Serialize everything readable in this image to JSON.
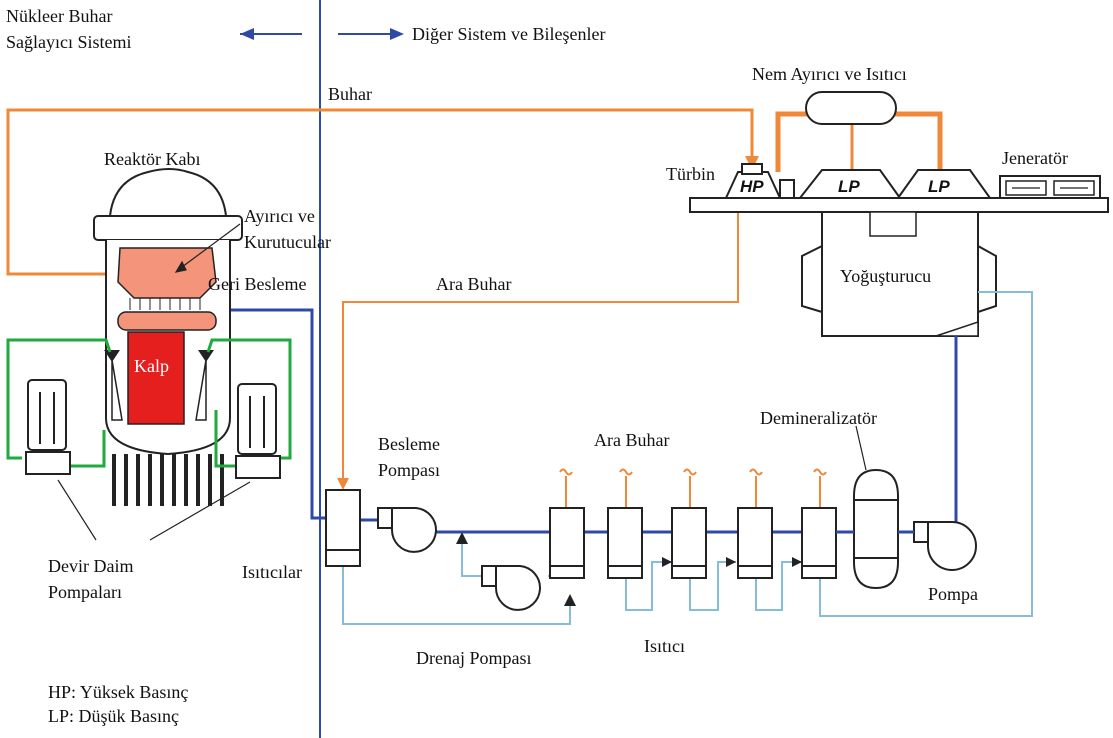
{
  "labels": {
    "nuclear_system_line1": "Nükleer Buhar",
    "nuclear_system_line2": "Sağlayıcı Sistemi",
    "other_systems": "Diğer Sistem ve Bileşenler",
    "steam": "Buhar",
    "moisture_separator": "Nem Ayırıcı ve Isıtıcı",
    "reactor_vessel": "Reaktör Kabı",
    "turbine": "Türbin",
    "hp": "HP",
    "lp1": "LP",
    "lp2": "LP",
    "generator": "Jeneratör",
    "separator_line1": "Ayırıcı ve",
    "separator_line2": "Kurutucular",
    "feedback": "Geri Besleme",
    "extraction_steam_top": "Ara Buhar",
    "condenser": "Yoğuşturucu",
    "core": "Kalp",
    "demineralizer": "Demineralizatör",
    "feed_pump_line1": "Besleme",
    "feed_pump_line2": "Pompası",
    "extraction_steam_bottom": "Ara Buhar",
    "recirc_pumps_line1": "Devir Daim",
    "recirc_pumps_line2": "Pompaları",
    "heaters_left": "Isıtıcılar",
    "pump": "Pompa",
    "drain_pump": "Drenaj Pompası",
    "heater": "Isıtıcı",
    "legend_hp": "HP: Yüksek Basınç",
    "legend_lp": "LP: Düşük Basınç"
  },
  "colors": {
    "steam": "#F0883A",
    "feedwater": "#2F49A8",
    "drain": "#86BEDA",
    "recirc": "#1FAA3F",
    "core": "#E51E1E",
    "separator": "#F4947A",
    "divider": "#2F49A8"
  }
}
